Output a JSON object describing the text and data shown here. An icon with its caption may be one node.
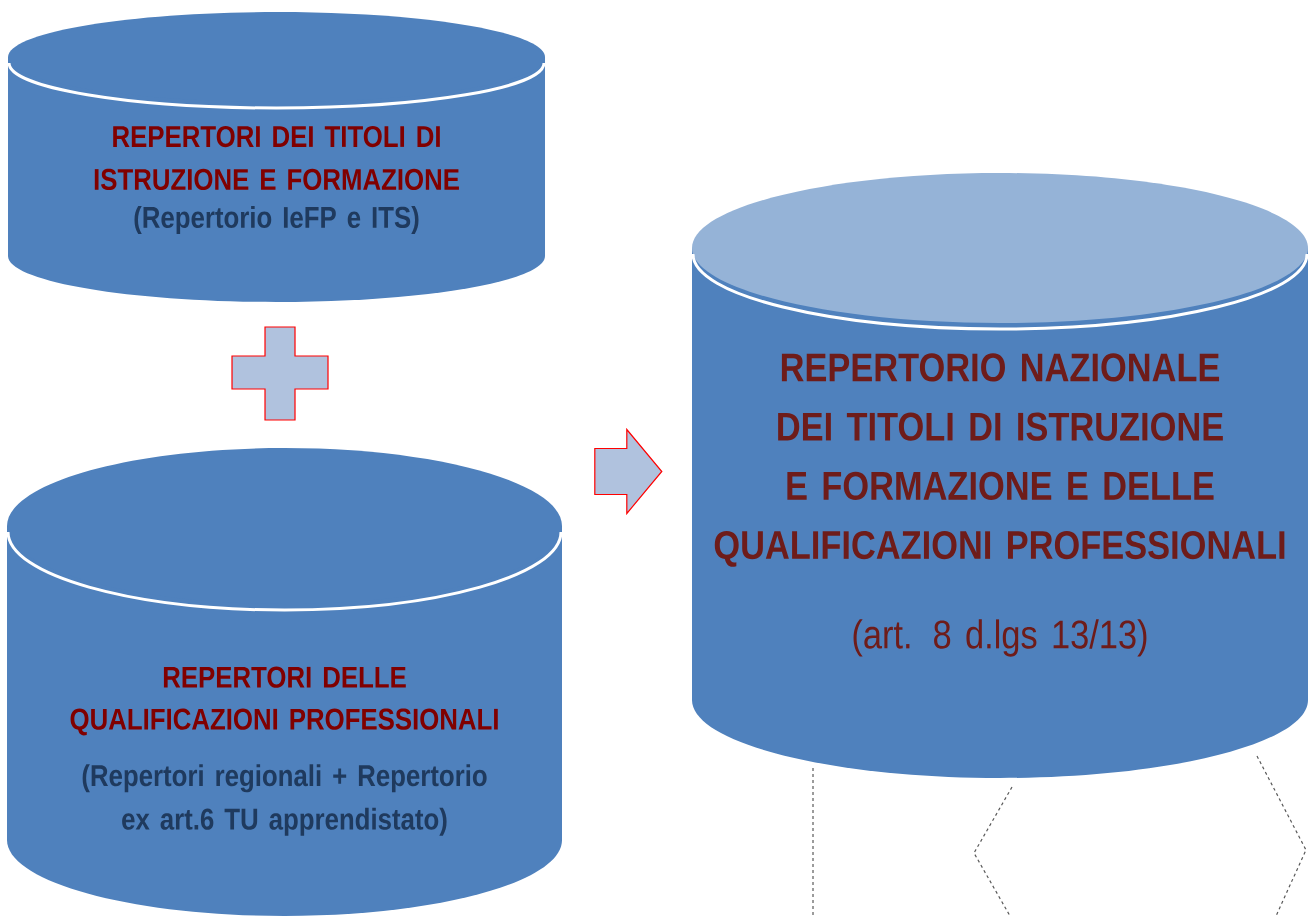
{
  "diagram": {
    "nodes": [
      {
        "text": [
          "REPERTORI DEI TITOLI DI ISTRUZIONE E FORMAZIONE",
          "(Repertorio IeFP e ITS)"
        ]
      },
      {
        "text": [],
        "shape": "cross"
      },
      {
        "text": [
          "REPERTORI DELLE QUALIFICAZIONI PROFESSIONALI",
          "(Repertori regionali + Repertorio ex art.6 TU apprendistato)"
        ]
      },
      {
        "text": [
          "REPERTORIO NAZIONALE DEI TITOLI DI ISTRUZIONE E FORMAZIONE E DELLE QUALIFICAZIONI PROFESSIONALI",
          "(art. 8 d.lgs 13/13)"
        ]
      }
    ],
    "edges": [
      {
        "from": null,
        "to": 3,
        "arrow": "to"
      }
    ]
  }
}
